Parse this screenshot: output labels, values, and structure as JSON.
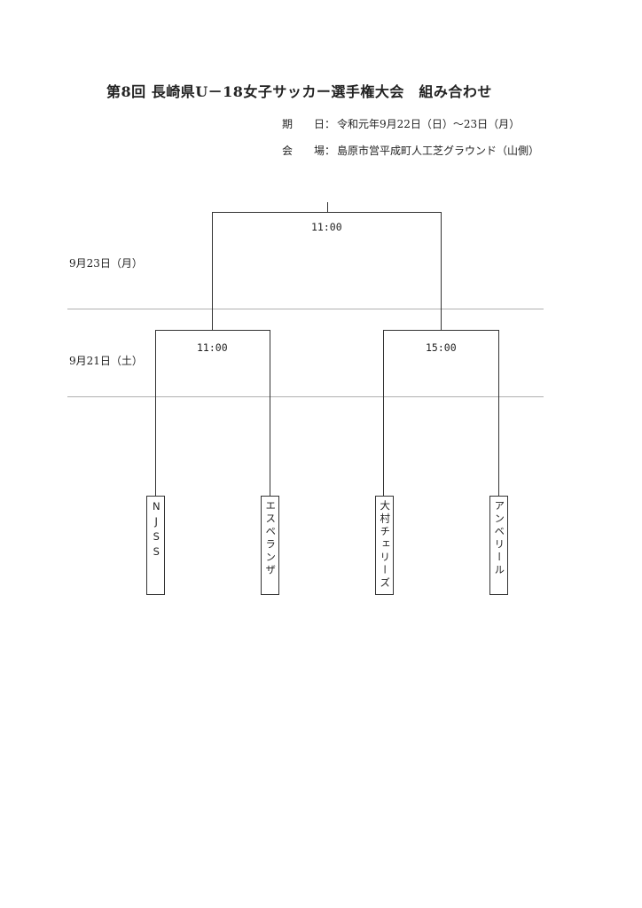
{
  "title": "第8回 長崎県U－18女子サッカー選手権大会　組み合わせ",
  "info": {
    "period_label": "期　　日：",
    "period_value": "令和元年9月22日（日）～23日（月）",
    "venue_label": "会　　場：",
    "venue_value": "島原市営平成町人工芝グラウンド（山側）"
  },
  "rounds": {
    "final_date": "9月23日（月）",
    "semi_date": "9月21日（土）"
  },
  "times": {
    "final": "11:00",
    "semi_left": "11:00",
    "semi_right": "15:00"
  },
  "teams": [
    "NJSS",
    "エスペランザ",
    "大村チェリーズ",
    "アンベリール"
  ]
}
